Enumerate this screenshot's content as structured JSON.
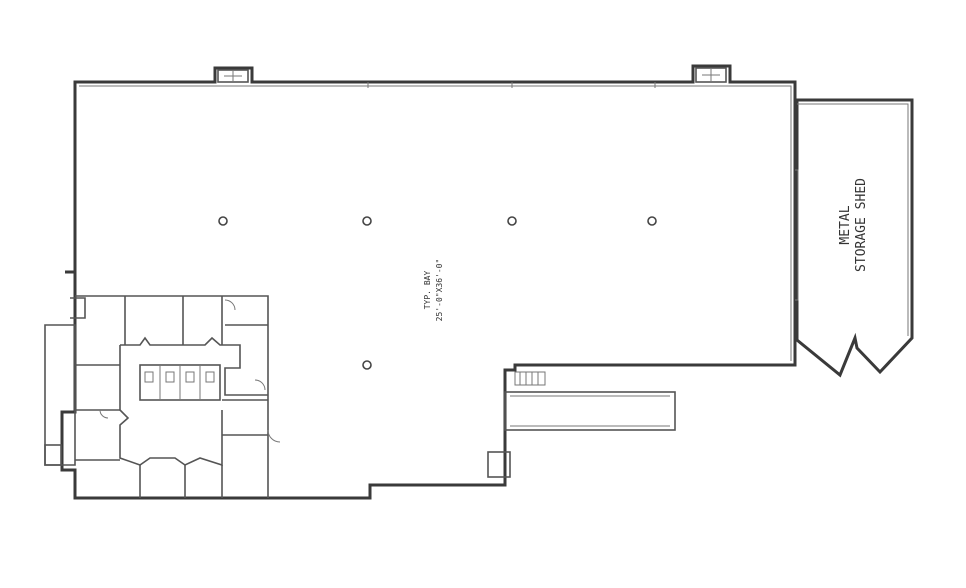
{
  "labels": {
    "shed_line1": "METAL",
    "shed_line2": "STORAGE SHED",
    "bay_line1": "TYP. BAY",
    "bay_line2": "25'-0\"X36'-0\""
  }
}
